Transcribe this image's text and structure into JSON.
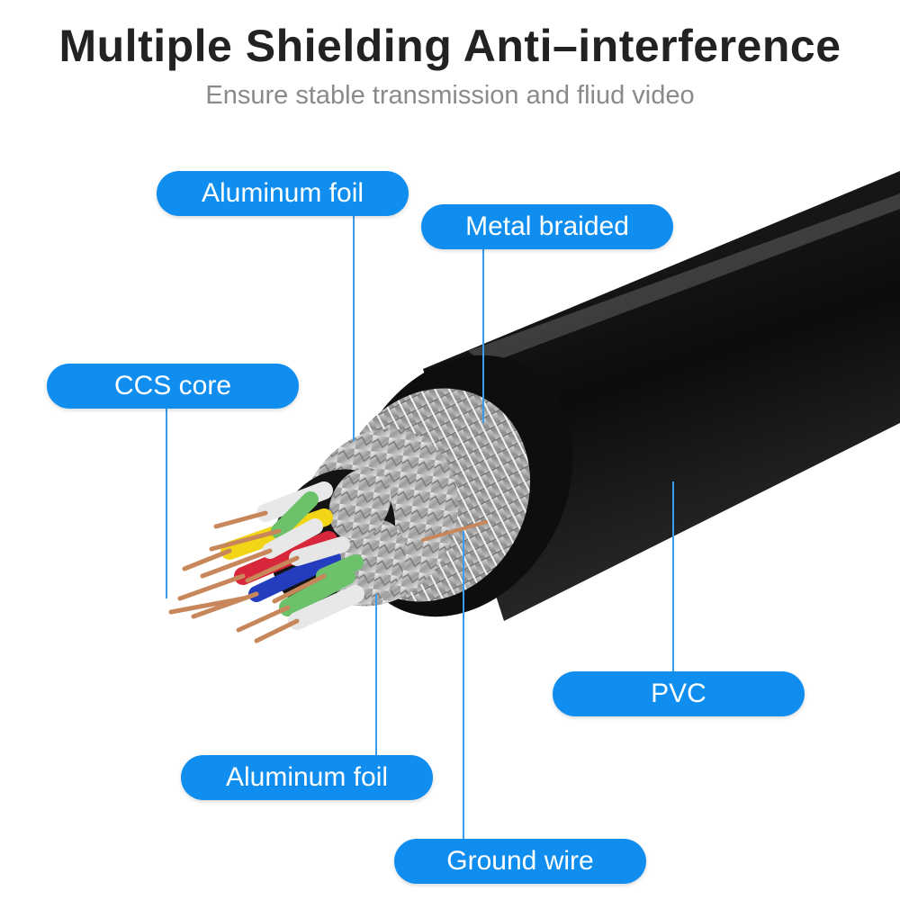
{
  "heading": {
    "title": "Multiple Shielding Anti–interference",
    "subtitle": "Ensure stable transmission and fliud video"
  },
  "labels": {
    "aluminum_foil_top": "Aluminum foil",
    "metal_braided": "Metal braided",
    "ccs_core": "CCS core",
    "pvc": "PVC",
    "aluminum_foil_bottom": "Aluminum foil",
    "ground_wire": "Ground wire"
  },
  "colors": {
    "label_background": "#0f8ef0",
    "label_text": "#ffffff",
    "leader_line": "#3a9cf0",
    "title_text": "#222222",
    "subtitle_text": "#8a8a8a",
    "jacket": "#1b1b1b"
  }
}
